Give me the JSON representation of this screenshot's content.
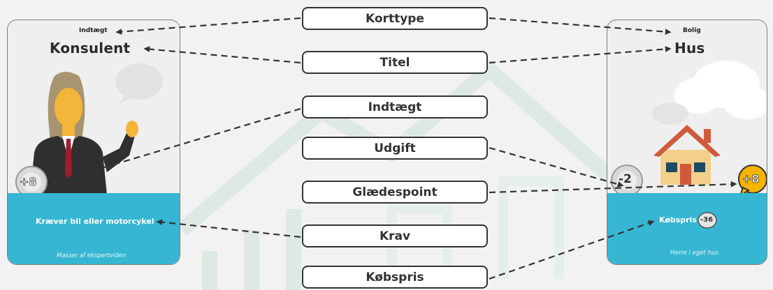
{
  "labels": [
    {
      "id": "korttype",
      "text": "Korttype"
    },
    {
      "id": "titel",
      "text": "Titel"
    },
    {
      "id": "indtaegt",
      "text": "Indtægt"
    },
    {
      "id": "udgift",
      "text": "Udgift"
    },
    {
      "id": "glaedespoint",
      "text": "Glædespoint"
    },
    {
      "id": "krav",
      "text": "Krav"
    },
    {
      "id": "koebspris",
      "text": "Købspris"
    }
  ],
  "left_card": {
    "type": "Indtægt",
    "title": "Konsulent",
    "income_value": "+8",
    "requirement": "Kræver bil eller motorcykel",
    "flavor": "Masser af ekspertviden"
  },
  "right_card": {
    "type": "Bolig",
    "title": "Hus",
    "expense_value": "-2",
    "happiness_value": "+8",
    "price_label": "Købspris",
    "price_value": "-36",
    "flavor": "Herre i eget hus"
  },
  "colors": {
    "card_bottom": "#36b6d2",
    "happiness_badge": "#f5b301",
    "outline": "#333333",
    "watermark": "#e3ece8"
  }
}
